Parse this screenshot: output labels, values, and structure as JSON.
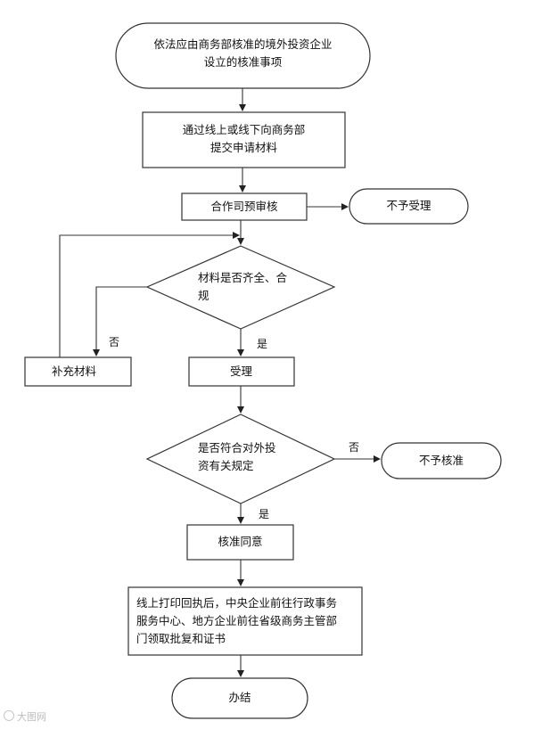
{
  "nodes": {
    "start": "依法应由商务部核准的境外投资企业设立的核准事项",
    "submit": "通过线上或线下向商务部提交申请材料",
    "prereview": "合作司预审核",
    "reject1": "不予受理",
    "check1": "材料是否齐全、合规",
    "supplement": "补充材料",
    "accept": "受理",
    "check2": "是否符合对外投资有关规定",
    "reject2": "不予核准",
    "approve": "核准同意",
    "print": "线上打印回执后，中央企业前往行政事务服务中心、地方企业前往省级商务主管部门领取批复和证书",
    "end": "办结"
  },
  "start_lines": [
    "依法应由商务部核准的境外投资企业",
    "设立的核准事项"
  ],
  "submit_lines": [
    "通过线上或线下向商务部",
    "提交申请材料"
  ],
  "check1_lines": [
    "材料是否齐全、合",
    "规"
  ],
  "check2_lines": [
    "是否符合对外投",
    "资有关规定"
  ],
  "print_lines": [
    "线上打印回执后，中央企业前往行政事务",
    "服务中心、地方企业前往省级商务主管部",
    "门领取批复和证书"
  ],
  "edges": {
    "yes": "是",
    "no": "否"
  },
  "watermark": "大图网"
}
